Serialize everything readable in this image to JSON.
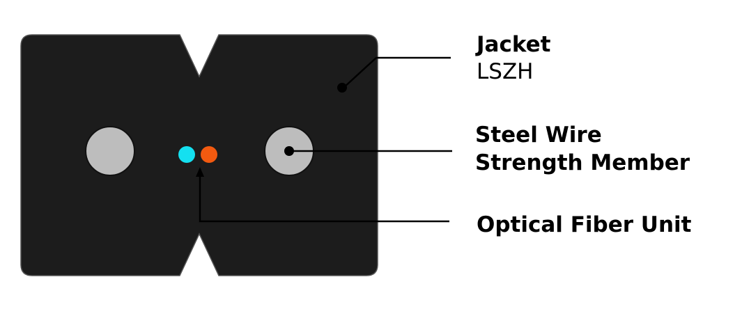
{
  "labels": {
    "jacket": {
      "name": "Jacket",
      "material": "LSZH"
    },
    "strength_member": {
      "line1": "Steel Wire",
      "line2": "Strength Member"
    },
    "fiber_unit": {
      "name": "Optical Fiber Unit"
    }
  },
  "colors": {
    "jacket": "#1c1c1c",
    "jacket_outline": "#555555",
    "strength_member": "#bdbdbd",
    "strength_member_outline": "#111111",
    "fiber_1": "#14e0f0",
    "fiber_2": "#f25a10",
    "leader_line": "#000000",
    "text": "#000000"
  }
}
